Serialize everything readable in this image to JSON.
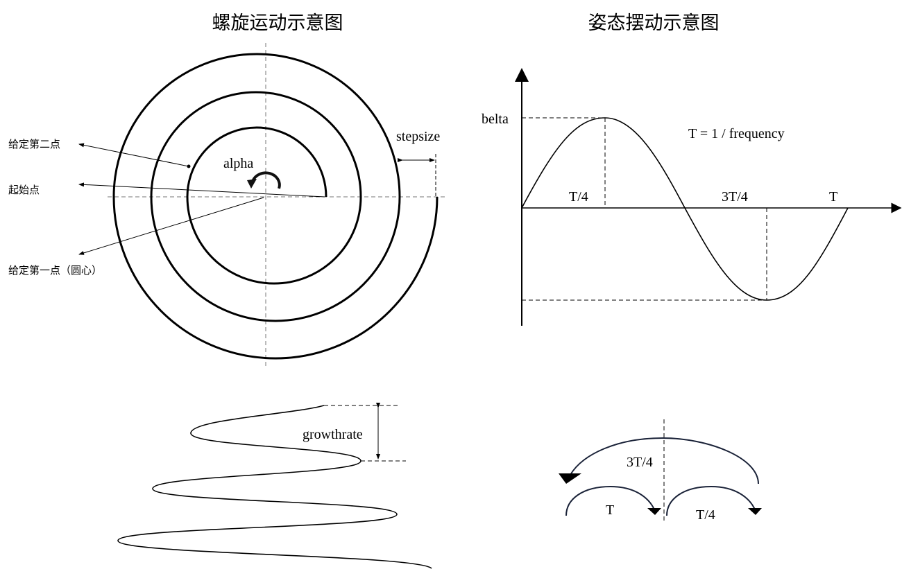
{
  "titles": {
    "spiral": "螺旋运动示意图",
    "swing": "姿态摆动示意图"
  },
  "spiral": {
    "label_second_point": "给定第二点",
    "label_start_point": "起始点",
    "label_first_point": "给定第一点（圆心）",
    "alpha": "alpha",
    "stepsize": "stepsize",
    "growthrate": "growthrate"
  },
  "swing": {
    "belta": "belta",
    "formula": "T = 1 / frequency",
    "t_quarter": "T/4",
    "t_three_quarter": "3T/4",
    "t_full": "T"
  },
  "arcs": {
    "three_quarter": "3T/4",
    "full": "T",
    "quarter": "T/4"
  },
  "colors": {
    "line": "#000000",
    "arc": "#1a2238"
  }
}
